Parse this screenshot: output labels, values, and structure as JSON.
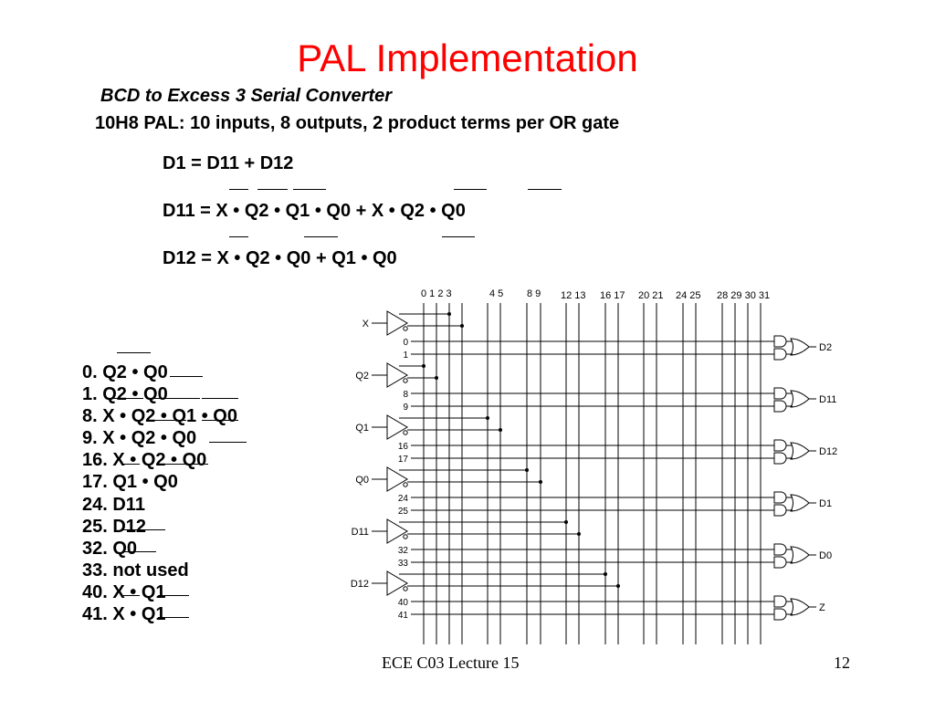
{
  "slide": {
    "title": "PAL Implementation",
    "subtitle": "BCD to Excess 3 Serial Converter",
    "description": "10H8 PAL: 10 inputs, 8 outputs, 2 product terms per OR gate",
    "equations": [
      "D1 = D11 + D12",
      "D11 = X • Q2 • Q1 • Q0  +  X • Q2 • Q0",
      "D12 = X • Q2 • Q0  +  Q1 • Q0"
    ],
    "product_terms": [
      "0.  Q2 • Q0",
      "1.  Q2 • Q0",
      "8.  X • Q2 • Q1 • Q0",
      "9.  X • Q2 • Q0",
      "16. X • Q2 • Q0",
      "17. Q1 • Q0",
      "24. D11",
      "25. D12",
      "32. Q0",
      "33. not used",
      "40. X • Q1",
      "41. X • Q1"
    ],
    "footer_left": "ECE C03 Lecture 15",
    "footer_right": "12"
  },
  "diagram": {
    "column_labels": [
      "0  1  2  3",
      "4 5",
      "8 9",
      "12 13",
      "16 17",
      "20 21",
      "24 25",
      "28 29 30 31"
    ],
    "inputs": [
      "X",
      "Q2",
      "Q1",
      "Q0",
      "D11",
      "D12"
    ],
    "outputs": [
      "D2",
      "D11",
      "D12",
      "D1",
      "D0",
      "Z"
    ],
    "row_labels": [
      "0",
      "1",
      "8",
      "9",
      "16",
      "17",
      "24",
      "25",
      "32",
      "33",
      "40",
      "41"
    ]
  }
}
